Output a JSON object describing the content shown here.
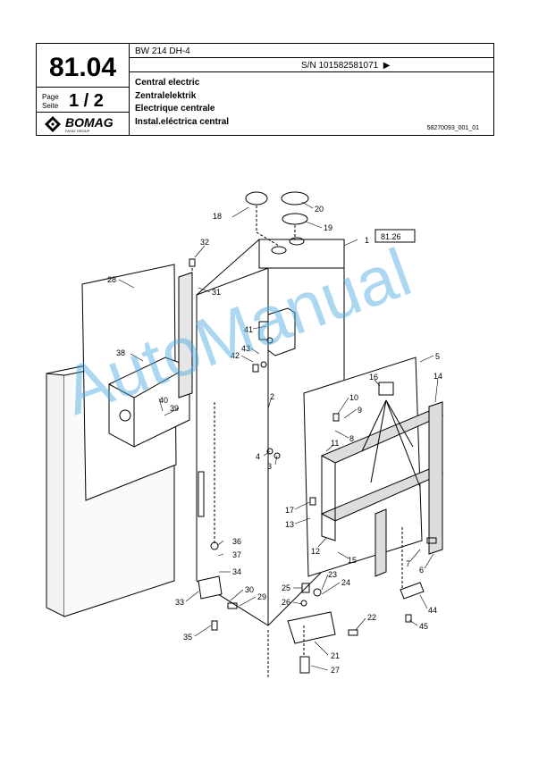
{
  "header": {
    "page_number": "81.04",
    "page_label_en": "Page",
    "page_label_de": "Seite",
    "page_of": "1 / 2",
    "model": "BW 214 DH-4",
    "serial": "S/N 101582581071",
    "serial_arrow": "▶",
    "titles": [
      "Central electric",
      "Zentralelektrik",
      "Electrique centrale",
      "Instal.eléctrica central"
    ],
    "doc_id": "58270093_001_01",
    "logo_text": "BOMAG",
    "logo_sub": "FAYAT GROUP"
  },
  "diagram": {
    "ref_box": "81.26",
    "callouts": [
      "1",
      "2",
      "3",
      "4",
      "5",
      "6",
      "7",
      "8",
      "9",
      "10",
      "11",
      "12",
      "13",
      "14",
      "15",
      "16",
      "17",
      "18",
      "19",
      "20",
      "21",
      "22",
      "23",
      "24",
      "25",
      "26",
      "27",
      "28",
      "29",
      "30",
      "31",
      "32",
      "33",
      "34",
      "35",
      "36",
      "37",
      "38",
      "39",
      "40",
      "41",
      "42",
      "43",
      "44",
      "45"
    ]
  },
  "watermark": "AutoManual"
}
